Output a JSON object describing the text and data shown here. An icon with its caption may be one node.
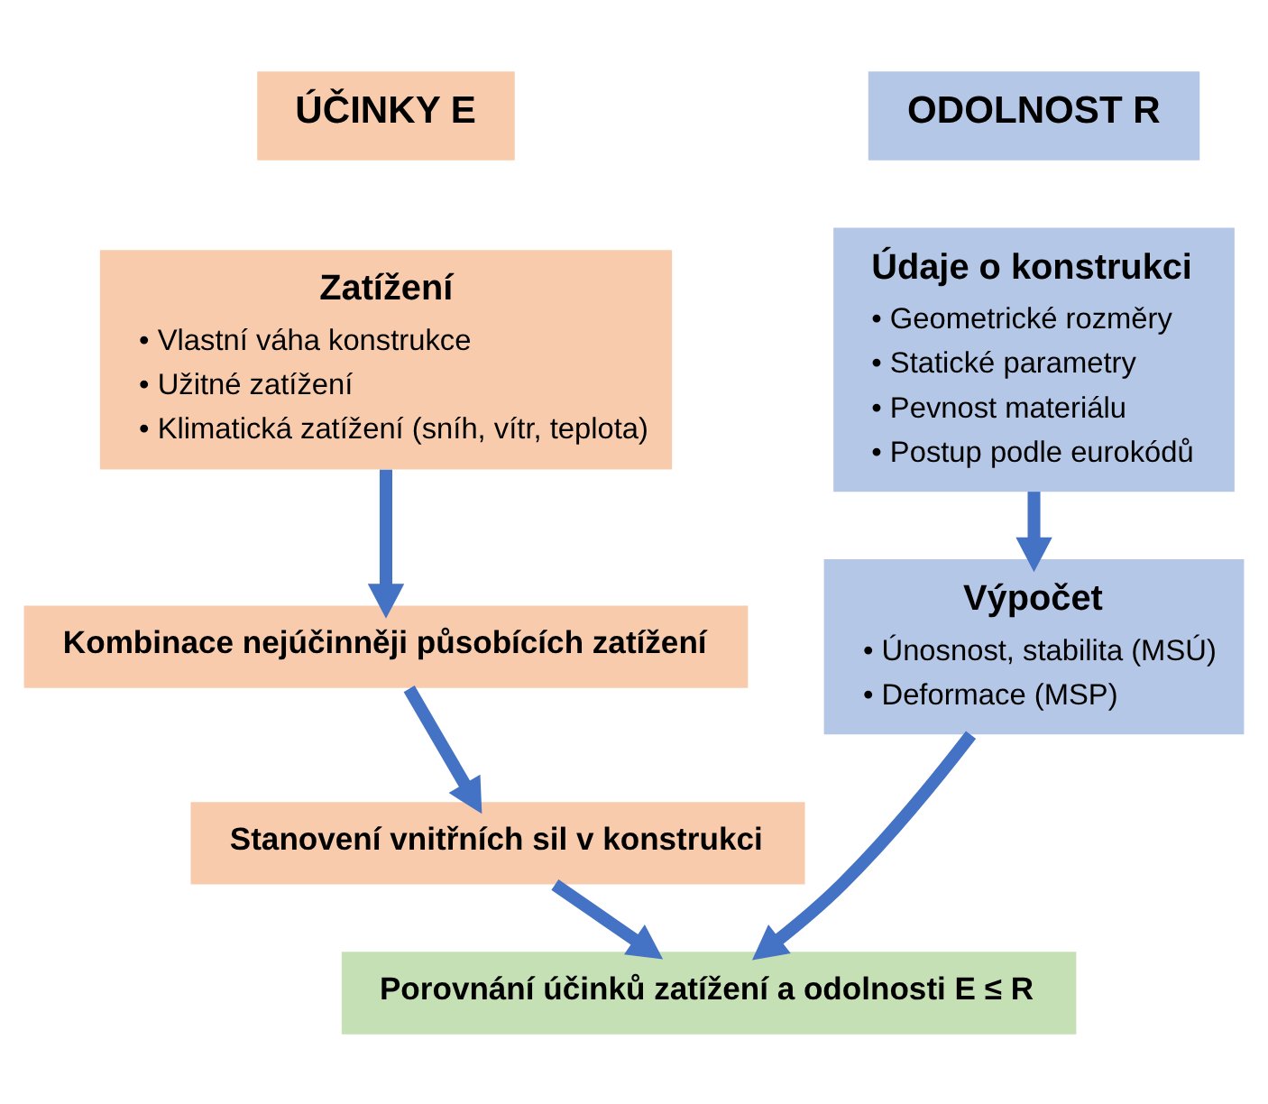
{
  "diagram": {
    "nodes": [
      {
        "text": [
          "ÚČINKY E"
        ]
      },
      {
        "text": [
          "Zatížení",
          "• Vlastní váha konstrukce",
          "• Užitné zatížení",
          "• Klimatická zatížení (sníh, vítr, teplota)"
        ]
      },
      {
        "text": [
          "ODOLNOST R"
        ]
      },
      {
        "text": [
          "Údaje o konstrukci",
          "• Geometrické rozměry",
          "• Statické parametry",
          "• Pevnost materiálu",
          "• Postup podle eurokódů"
        ]
      },
      {
        "text": [
          "Kombinace nejúčinněji působících zatížení"
        ]
      },
      {
        "text": [
          "Stanovení vnitřních sil v konstrukci"
        ]
      },
      {
        "text": [
          "Výpočet",
          "• Únosnost, stabilita (MSÚ)",
          "• Deformace (MSP)"
        ]
      },
      {
        "text": [
          "Porovnání účinků zatížení a odolnosti E ≤ R"
        ]
      }
    ],
    "edges": [
      {
        "from": 1,
        "to": 4,
        "arrow": "to"
      },
      {
        "from": 4,
        "to": 5,
        "arrow": "to"
      },
      {
        "from": 3,
        "to": 6,
        "arrow": "to"
      },
      {
        "from": 5,
        "to": 7,
        "arrow": "to"
      },
      {
        "from": 6,
        "to": 7,
        "arrow": "to"
      }
    ]
  }
}
